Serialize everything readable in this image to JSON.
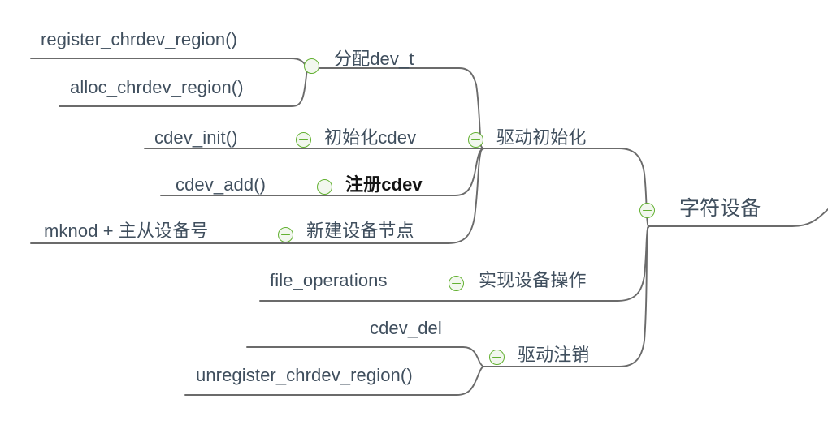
{
  "diagram": {
    "title": "字符设备",
    "type": "mind-map",
    "orientation": "right-to-left",
    "colors": {
      "text": "#404f5e",
      "text_emphasis": "#141414",
      "connector": "#6b6b6b",
      "toggle_stroke": "#63b132",
      "toggle_fill": "#f2f7ee",
      "background": "#ffffff"
    }
  },
  "root": {
    "label": "字符设备",
    "toggle": "collapse-icon"
  },
  "branches": [
    {
      "label": "驱动初始化",
      "toggle": "collapse-icon",
      "children": [
        {
          "label": "分配dev_t",
          "toggle": "collapse-icon",
          "children": [
            {
              "label": "register_chrdev_region()"
            },
            {
              "label": "alloc_chrdev_region()"
            }
          ]
        },
        {
          "label": "初始化cdev",
          "toggle": "collapse-icon",
          "children": [
            {
              "label": "cdev_init()"
            }
          ]
        },
        {
          "label": "注册cdev",
          "toggle": "collapse-icon",
          "emphasis": true,
          "children": [
            {
              "label": "cdev_add()"
            }
          ]
        },
        {
          "label": "新建设备节点",
          "toggle": "collapse-icon",
          "serif": true,
          "children": [
            {
              "label": "mknod + 主从设备号"
            }
          ]
        }
      ]
    },
    {
      "label": "实现设备操作",
      "toggle": "collapse-icon",
      "children": [
        {
          "label": "file_operations"
        }
      ]
    },
    {
      "label": "驱动注销",
      "toggle": "collapse-icon",
      "children": [
        {
          "label": "cdev_del"
        },
        {
          "label": "unregister_chrdev_region()"
        }
      ]
    }
  ]
}
